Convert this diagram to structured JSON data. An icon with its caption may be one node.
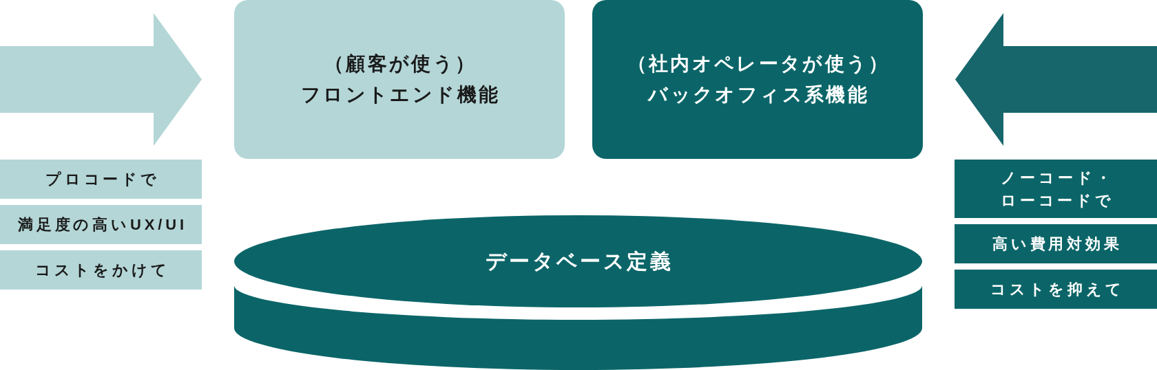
{
  "diagram": {
    "nodes": [
      {
        "text": [
          "（顧客が使う）",
          "フロントエンド機能"
        ]
      },
      {
        "text": [
          "（社内オペレータが使う）",
          "バックオフィス系機能"
        ]
      },
      {
        "text": [
          "プロコードで"
        ]
      },
      {
        "text": [
          "満足度の高いUX/UI"
        ]
      },
      {
        "text": [
          "コストをかけて"
        ]
      },
      {
        "text": [
          "ノーコード・ローコードで"
        ]
      },
      {
        "text": [
          "高い費用対効果"
        ]
      },
      {
        "text": [
          "コストを抑えて"
        ]
      },
      {
        "text": [
          "データベース定義"
        ]
      }
    ],
    "edges": [
      {
        "from": null,
        "to": 0,
        "arrow": "to",
        "style": "thick",
        "color": "#b4d6d7"
      },
      {
        "from": null,
        "to": 1,
        "arrow": "to",
        "style": "thick",
        "color": "#16666b"
      }
    ]
  }
}
